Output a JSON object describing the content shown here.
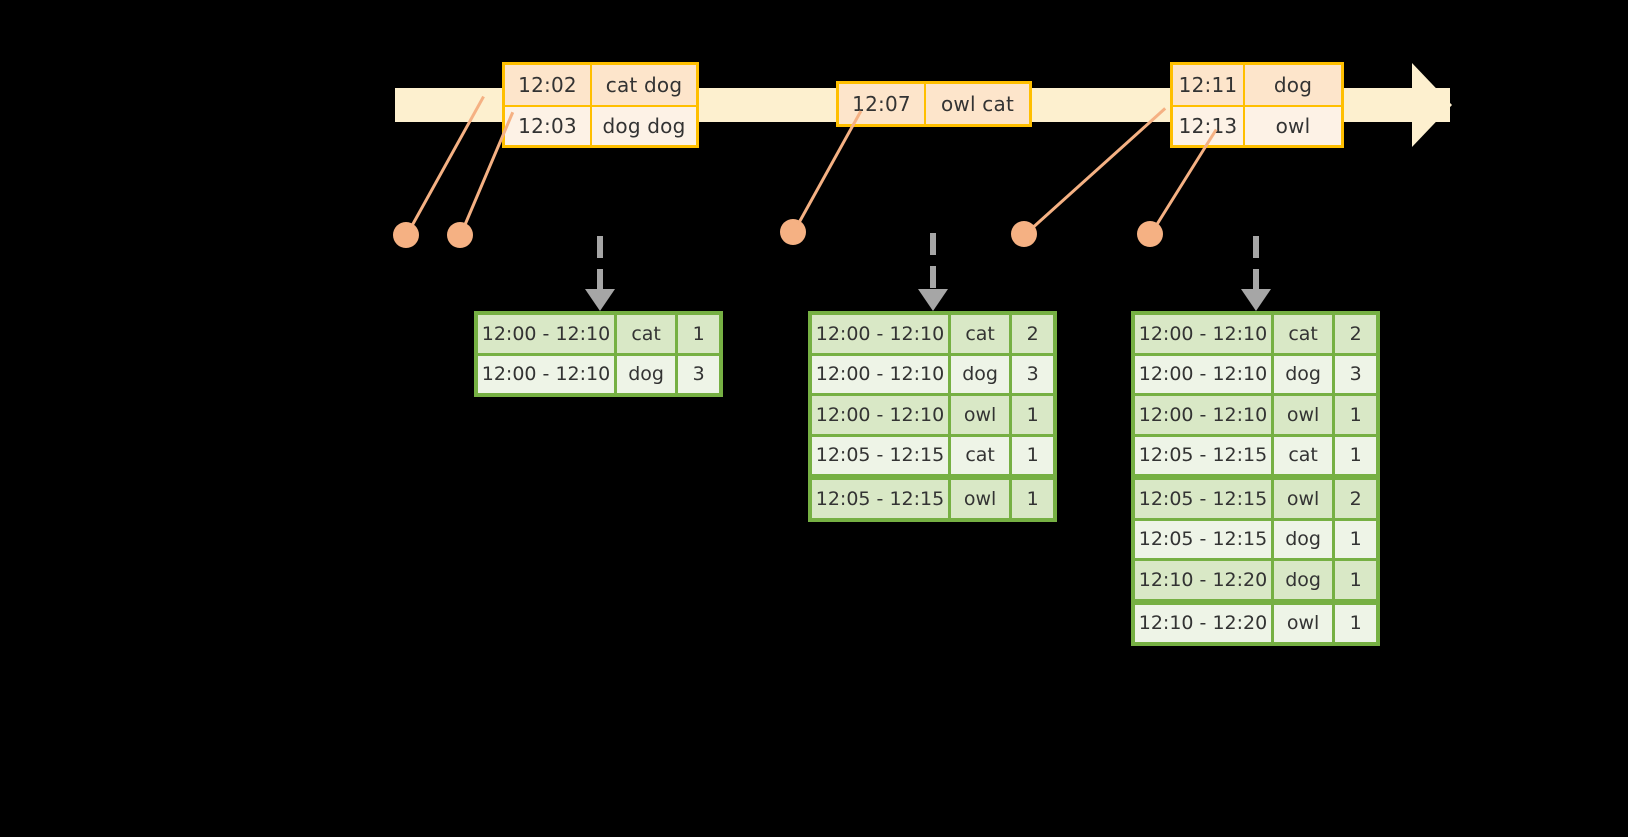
{
  "timeline": {
    "event_groups": [
      {
        "id": "group-1",
        "rows": [
          {
            "time": "12:02",
            "words": "cat dog"
          },
          {
            "time": "12:03",
            "words": "dog dog"
          }
        ]
      },
      {
        "id": "group-2",
        "rows": [
          {
            "time": "12:07",
            "words": "owl cat"
          }
        ]
      },
      {
        "id": "group-3",
        "rows": [
          {
            "time": "12:11",
            "words": "dog"
          },
          {
            "time": "12:13",
            "words": "owl"
          }
        ]
      }
    ]
  },
  "connector_dots": [
    {
      "name": "dot-1202"
    },
    {
      "name": "dot-1203"
    },
    {
      "name": "dot-1207"
    },
    {
      "name": "dot-1211"
    },
    {
      "name": "dot-1213"
    }
  ],
  "results": [
    {
      "id": "result-table-1",
      "rows": [
        {
          "window": "12:00 - 12:10",
          "word": "cat",
          "count": "1"
        },
        {
          "window": "12:00 - 12:10",
          "word": "dog",
          "count": "3"
        }
      ]
    },
    {
      "id": "result-table-2",
      "rows": [
        {
          "window": "12:00 - 12:10",
          "word": "cat",
          "count": "2"
        },
        {
          "window": "12:00 - 12:10",
          "word": "dog",
          "count": "3"
        },
        {
          "window": "12:00 - 12:10",
          "word": "owl",
          "count": "1"
        },
        {
          "window": "12:05 - 12:15",
          "word": "cat",
          "count": "1"
        },
        {
          "window": "12:05 - 12:15",
          "word": "owl",
          "count": "1"
        }
      ]
    },
    {
      "id": "result-table-3",
      "rows": [
        {
          "window": "12:00 - 12:10",
          "word": "cat",
          "count": "2"
        },
        {
          "window": "12:00 - 12:10",
          "word": "dog",
          "count": "3"
        },
        {
          "window": "12:00 - 12:10",
          "word": "owl",
          "count": "1"
        },
        {
          "window": "12:05 - 12:15",
          "word": "cat",
          "count": "1"
        },
        {
          "window": "12:05 - 12:15",
          "word": "owl",
          "count": "2"
        },
        {
          "window": "12:05 - 12:15",
          "word": "dog",
          "count": "1"
        },
        {
          "window": "12:10 - 12:20",
          "word": "dog",
          "count": "1"
        },
        {
          "window": "12:10 - 12:20",
          "word": "owl",
          "count": "1"
        }
      ]
    }
  ],
  "colors": {
    "background": "#000000",
    "timeline_band": "#fdf0cf",
    "event_border": "#ffbf00",
    "event_fill_dark": "#fde5cb",
    "event_fill_light": "#fdf2e6",
    "connector": "#f5b183",
    "table_border": "#76b043",
    "table_fill_dark": "#d9e8c6",
    "table_fill_light": "#eef4e7",
    "dashed_arrow": "#a6a6a6"
  }
}
